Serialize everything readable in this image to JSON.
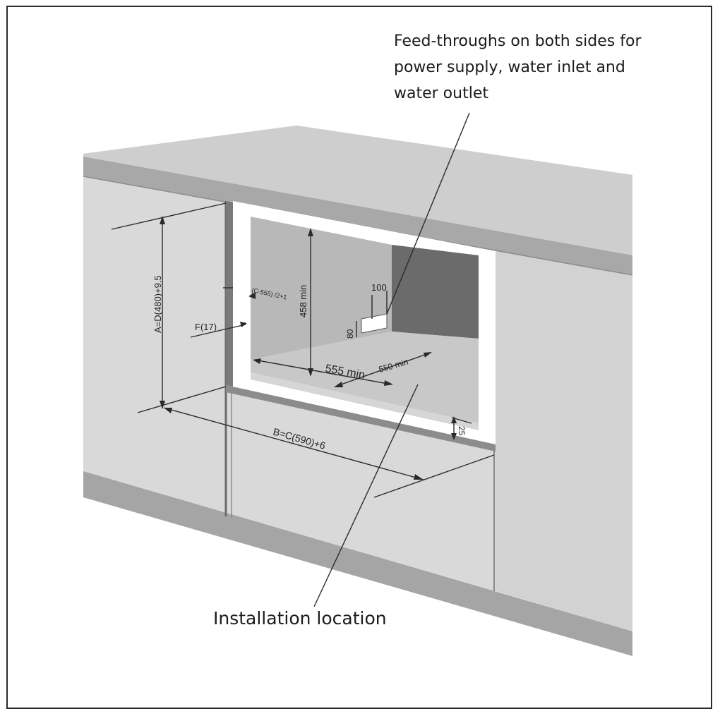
{
  "callouts": {
    "feed_throughs": [
      "Feed-throughs on both sides for",
      "power supply, water inlet and",
      "water outlet"
    ],
    "installation": "Installation location"
  },
  "dimensions": {
    "a_height": "A=D(480)+9.5",
    "b_width": "B=C(590)+6",
    "f_gap": "F(17)",
    "side_gap": "(C-555) /2+1",
    "niche_height": "458 min",
    "niche_width": "555 min",
    "niche_depth": "550 min",
    "feed_width": "100",
    "feed_height": "80",
    "bottom_gap": "25"
  },
  "colors": {
    "cabinet_front": "#d8d8d8",
    "countertop": "#cfcfcf",
    "countertop_edge": "#a9a9a9",
    "niche_back": "#6a6a6a",
    "niche_side": "#bcbcbc",
    "niche_floor": "#c9c9c9",
    "plinth": "#a3a3a3"
  }
}
